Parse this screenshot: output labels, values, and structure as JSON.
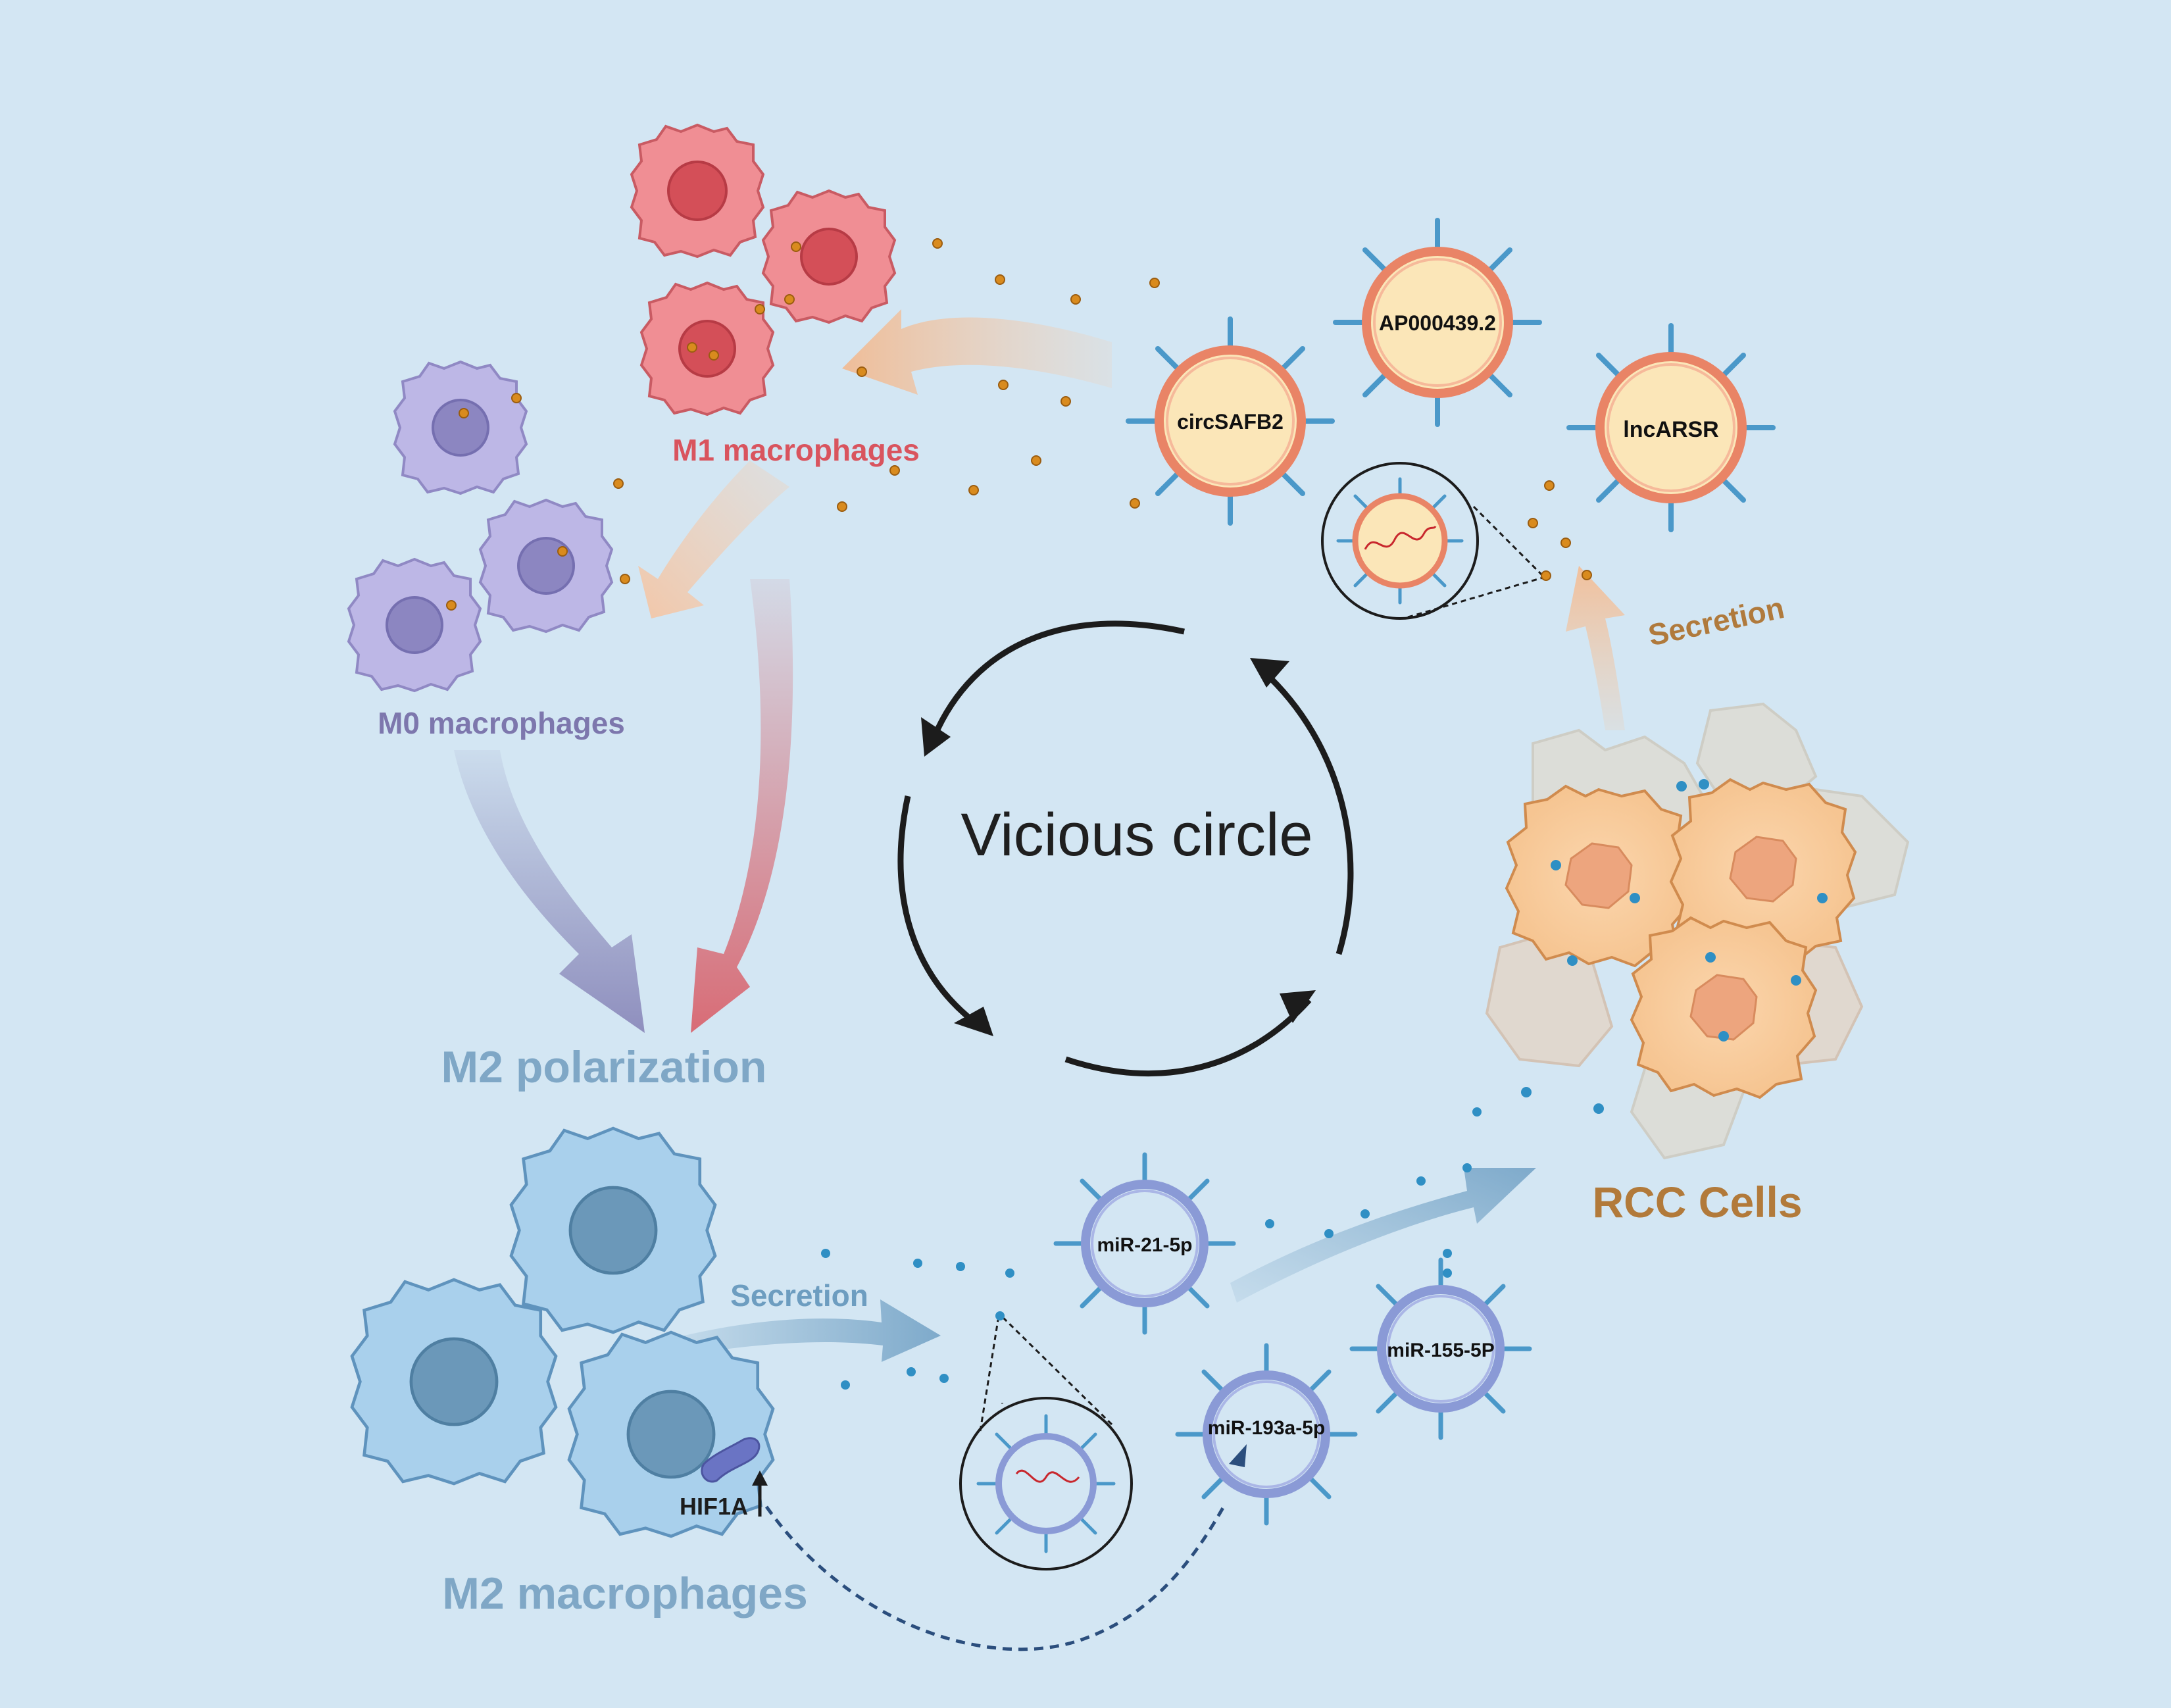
{
  "labels": {
    "m1_macrophages": "M1 macrophages",
    "m0_macrophages": "M0 macrophages",
    "m2_polarization": "M2 polarization",
    "m2_macrophages": "M2 macrophages",
    "rcc_cells": "RCC Cells",
    "vicious_circle": "Vicious circle",
    "secretion_rcc": "Secretion",
    "secretion_m2": "Secretion",
    "hif1a": "HIF1A"
  },
  "rcc_exosomes": [
    {
      "label": "circSAFB2"
    },
    {
      "label": "AP000439.2"
    },
    {
      "label": "lncARSR"
    }
  ],
  "m2_exosomes": [
    {
      "label": "miR-21-5p"
    },
    {
      "label": "miR-193a-5p"
    },
    {
      "label": "miR-155-5P"
    }
  ],
  "colors": {
    "background": "#d3e6f3",
    "m1": "#d9545e",
    "m0": "#7d77ad",
    "m2": "#6d9dc0",
    "rcc": "#b27a3a",
    "vesicle_rcc_fill": "#fbe6b8",
    "vesicle_rcc_membrane": "#e98466",
    "vesicle_m2_membrane": "#8a9ad6",
    "receptor": "#4a98c9"
  }
}
